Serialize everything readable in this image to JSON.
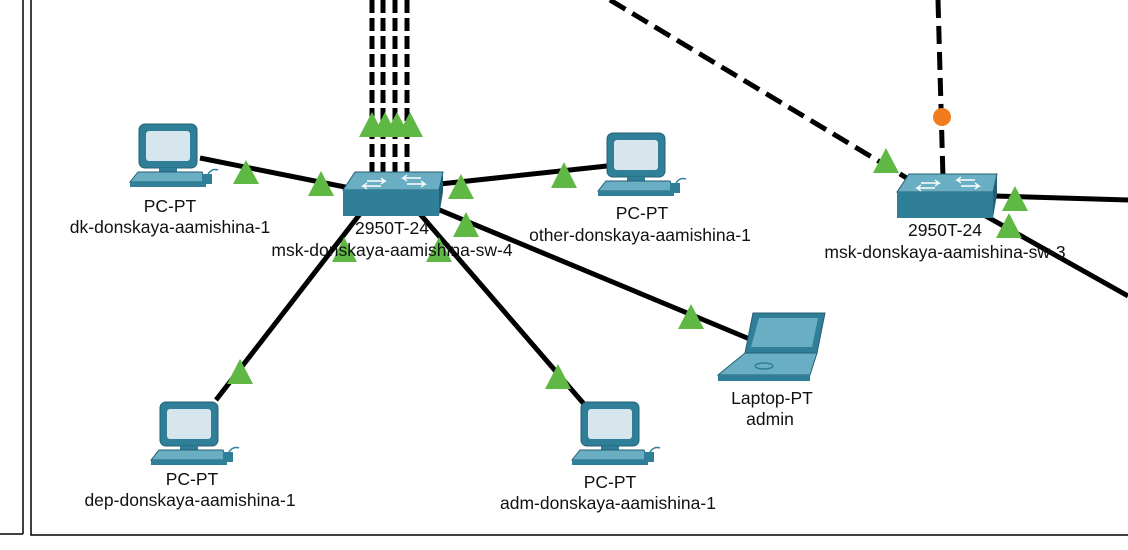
{
  "colors": {
    "link": "#000000",
    "link_up": "#5fb843",
    "link_down": "#f07c1e",
    "device_body": "#2f7f99",
    "device_light": "#6aaec4",
    "screen": "#d6e6ec",
    "frame": "#000000"
  },
  "icons": {
    "switch": "switch-icon",
    "pc": "pc-icon",
    "laptop": "laptop-icon",
    "link_up": "triangle-icon",
    "link_down": "circle-icon"
  },
  "devices": [
    {
      "id": "sw4",
      "type": "switch",
      "model": "2950T-24",
      "name": "msk-donskaya-aamishina-sw-4"
    },
    {
      "id": "sw3",
      "type": "switch",
      "model": "2950T-24",
      "name": "msk-donskaya-aamishina-sw-3"
    },
    {
      "id": "pc_dk",
      "type": "pc",
      "model": "PC-PT",
      "name": "dk-donskaya-aamishina-1"
    },
    {
      "id": "pc_other",
      "type": "pc",
      "model": "PC-PT",
      "name": "other-donskaya-aamishina-1"
    },
    {
      "id": "pc_dep",
      "type": "pc",
      "model": "PC-PT",
      "name": "dep-donskaya-aamishina-1"
    },
    {
      "id": "pc_adm",
      "type": "pc",
      "model": "PC-PT",
      "name": "adm-donskaya-aamishina-1"
    },
    {
      "id": "lap_admin",
      "type": "laptop",
      "model": "Laptop-PT",
      "name": "admin"
    }
  ]
}
